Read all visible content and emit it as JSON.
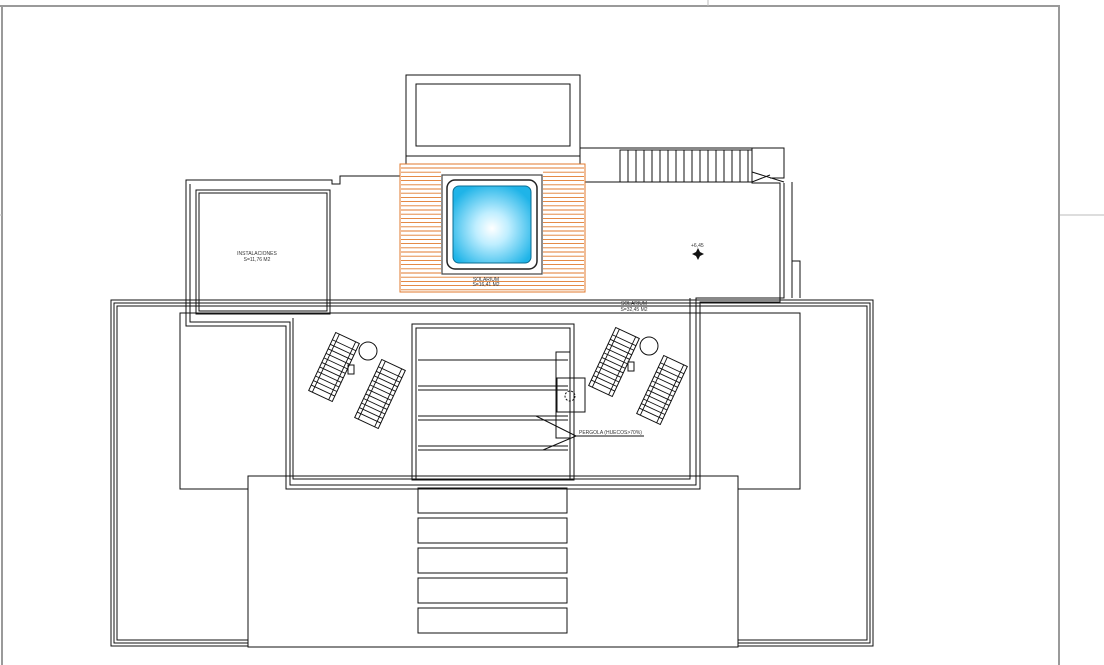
{
  "labels": {
    "instalaciones_name": "INSTALACIONES",
    "instalaciones_area": "S=11,76 M2",
    "solarium_pool_name": "SOLARIUM",
    "solarium_pool_area": "S=16,41 M2",
    "solarium_right_name": "SOLARIUM",
    "solarium_right_area": "S=32,45 M2",
    "level_mark": "+6,45",
    "pergola_note": "PERGOLA (HUECOS>70%)"
  },
  "colors": {
    "sheet_border": "#9a9a9a",
    "walls": "#111111",
    "deck": "#e07a2c",
    "pool_edge": "#444444",
    "pool_water_center": "#ffffff",
    "pool_water_edge": "#1fb4e8"
  }
}
